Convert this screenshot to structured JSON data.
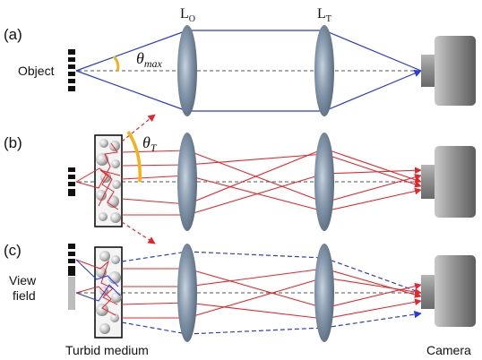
{
  "panels": {
    "a": "(a)",
    "b": "(b)",
    "c": "(c)"
  },
  "lens_labels": {
    "objective": {
      "main": "L",
      "sub": "O"
    },
    "tube": {
      "main": "L",
      "sub": "T"
    }
  },
  "labels": {
    "object": "Object",
    "view_field_line1": "View",
    "view_field_line2": "field",
    "turbid_medium": "Turbid medium",
    "camera": "Camera"
  },
  "angles": {
    "max": {
      "symbol": "θ",
      "sub": "max"
    },
    "transport": {
      "symbol": "θ",
      "sub": "T"
    }
  },
  "colors": {
    "blue_rays": "#2b3bd6",
    "red_rays": "#e8242a",
    "angle_arc": "#f3b21a",
    "lens_fill": "#6e8196",
    "camera_body": "#8e8e8e",
    "axis": "#555555"
  }
}
